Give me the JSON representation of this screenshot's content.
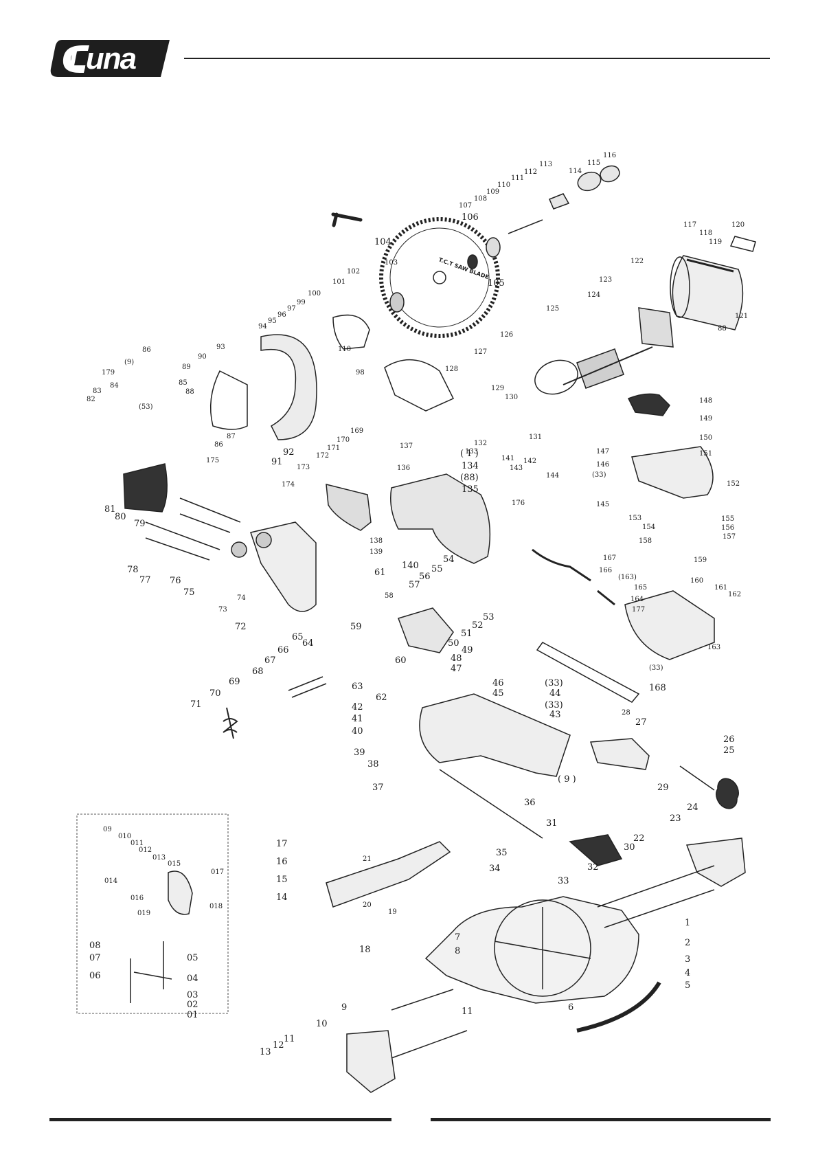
{
  "brand": {
    "logo_text": "Luna"
  },
  "diagram": {
    "blade_text": "T.C.T SAW BLADE",
    "callouts": [
      {
        "id": "c116",
        "text": "116"
      },
      {
        "id": "c115",
        "text": "115"
      },
      {
        "id": "c114",
        "text": "114"
      },
      {
        "id": "c113",
        "text": "113"
      },
      {
        "id": "c112",
        "text": "112"
      },
      {
        "id": "c111",
        "text": "111"
      },
      {
        "id": "c110a",
        "text": "110"
      },
      {
        "id": "c109",
        "text": "109"
      },
      {
        "id": "c108",
        "text": "108"
      },
      {
        "id": "c107",
        "text": "107"
      },
      {
        "id": "c106",
        "text": "106"
      },
      {
        "id": "c105",
        "text": "105"
      },
      {
        "id": "c104",
        "text": "104"
      },
      {
        "id": "c103",
        "text": "103"
      },
      {
        "id": "c102",
        "text": "102"
      },
      {
        "id": "c101",
        "text": "101"
      },
      {
        "id": "c100",
        "text": "100"
      },
      {
        "id": "c99",
        "text": "99"
      },
      {
        "id": "c97",
        "text": "97"
      },
      {
        "id": "c96",
        "text": "96"
      },
      {
        "id": "c95",
        "text": "95"
      },
      {
        "id": "c94",
        "text": "94"
      },
      {
        "id": "c93",
        "text": "93"
      },
      {
        "id": "c110b",
        "text": "110"
      },
      {
        "id": "c98",
        "text": "98"
      },
      {
        "id": "c117",
        "text": "117"
      },
      {
        "id": "c118",
        "text": "118"
      },
      {
        "id": "c119",
        "text": "119"
      },
      {
        "id": "c120",
        "text": "120"
      },
      {
        "id": "c122",
        "text": "122"
      },
      {
        "id": "c123",
        "text": "123"
      },
      {
        "id": "c124",
        "text": "124"
      },
      {
        "id": "c125",
        "text": "125"
      },
      {
        "id": "c121",
        "text": "121"
      },
      {
        "id": "c88a",
        "text": "88"
      },
      {
        "id": "c126",
        "text": "126"
      },
      {
        "id": "c127",
        "text": "127"
      },
      {
        "id": "c128",
        "text": "128"
      },
      {
        "id": "c129",
        "text": "129"
      },
      {
        "id": "c130",
        "text": "130"
      },
      {
        "id": "c131",
        "text": "131"
      },
      {
        "id": "c132",
        "text": "132"
      },
      {
        "id": "c133",
        "text": "133"
      },
      {
        "id": "c148",
        "text": "148"
      },
      {
        "id": "c149",
        "text": "149"
      },
      {
        "id": "c150",
        "text": "150"
      },
      {
        "id": "c151",
        "text": "151"
      },
      {
        "id": "c152",
        "text": "152"
      },
      {
        "id": "c147",
        "text": "147"
      },
      {
        "id": "c146",
        "text": "146"
      },
      {
        "id": "c33a",
        "text": "(33)"
      },
      {
        "id": "c145",
        "text": "145"
      },
      {
        "id": "c141",
        "text": "141"
      },
      {
        "id": "c142",
        "text": "142"
      },
      {
        "id": "c143",
        "text": "143"
      },
      {
        "id": "c144",
        "text": "144"
      },
      {
        "id": "c86a",
        "text": "86"
      },
      {
        "id": "c9a",
        "text": "(9)"
      },
      {
        "id": "c179",
        "text": "179"
      },
      {
        "id": "c85",
        "text": "85"
      },
      {
        "id": "c84",
        "text": "84"
      },
      {
        "id": "c83",
        "text": "83"
      },
      {
        "id": "c82",
        "text": "82"
      },
      {
        "id": "c90",
        "text": "90"
      },
      {
        "id": "c89",
        "text": "89"
      },
      {
        "id": "c88b",
        "text": "88"
      },
      {
        "id": "c53a",
        "text": "(53)"
      },
      {
        "id": "c87",
        "text": "87"
      },
      {
        "id": "c86b",
        "text": "86"
      },
      {
        "id": "c92",
        "text": "92"
      },
      {
        "id": "c91",
        "text": "91"
      },
      {
        "id": "c169",
        "text": "169"
      },
      {
        "id": "c170",
        "text": "170"
      },
      {
        "id": "c171",
        "text": "171"
      },
      {
        "id": "c172",
        "text": "172"
      },
      {
        "id": "c137",
        "text": "137"
      },
      {
        "id": "c1a",
        "text": "( 1 )"
      },
      {
        "id": "c134",
        "text": "134"
      },
      {
        "id": "c88c",
        "text": "(88)"
      },
      {
        "id": "c135",
        "text": "135"
      },
      {
        "id": "c136",
        "text": "136"
      },
      {
        "id": "c175",
        "text": "175"
      },
      {
        "id": "c173",
        "text": "173"
      },
      {
        "id": "c174",
        "text": "174"
      },
      {
        "id": "c176",
        "text": "176"
      },
      {
        "id": "c81",
        "text": "81"
      },
      {
        "id": "c80",
        "text": "80"
      },
      {
        "id": "c79",
        "text": "79"
      },
      {
        "id": "c138",
        "text": "138"
      },
      {
        "id": "c139",
        "text": "139"
      },
      {
        "id": "c140",
        "text": "140"
      },
      {
        "id": "c54",
        "text": "54"
      },
      {
        "id": "c55",
        "text": "55"
      },
      {
        "id": "c56",
        "text": "56"
      },
      {
        "id": "c57",
        "text": "57"
      },
      {
        "id": "c61",
        "text": "61"
      },
      {
        "id": "c78",
        "text": "78"
      },
      {
        "id": "c77",
        "text": "77"
      },
      {
        "id": "c76",
        "text": "76"
      },
      {
        "id": "c75",
        "text": "75"
      },
      {
        "id": "c74",
        "text": "74"
      },
      {
        "id": "c73",
        "text": "73"
      },
      {
        "id": "c72",
        "text": "72"
      },
      {
        "id": "c58",
        "text": "58"
      },
      {
        "id": "c59",
        "text": "59"
      },
      {
        "id": "c65",
        "text": "65"
      },
      {
        "id": "c64",
        "text": "64"
      },
      {
        "id": "c53b",
        "text": "53"
      },
      {
        "id": "c52",
        "text": "52"
      },
      {
        "id": "c51",
        "text": "51"
      },
      {
        "id": "c50",
        "text": "50"
      },
      {
        "id": "c49",
        "text": "49"
      },
      {
        "id": "c48",
        "text": "48"
      },
      {
        "id": "c47",
        "text": "47"
      },
      {
        "id": "c60",
        "text": "60"
      },
      {
        "id": "c66",
        "text": "66"
      },
      {
        "id": "c67",
        "text": "67"
      },
      {
        "id": "c68",
        "text": "68"
      },
      {
        "id": "c63",
        "text": "63"
      },
      {
        "id": "c62",
        "text": "62"
      },
      {
        "id": "c69",
        "text": "69"
      },
      {
        "id": "c70",
        "text": "70"
      },
      {
        "id": "c71",
        "text": "71"
      },
      {
        "id": "c153",
        "text": "153"
      },
      {
        "id": "c154",
        "text": "154"
      },
      {
        "id": "c158",
        "text": "158"
      },
      {
        "id": "c155",
        "text": "155"
      },
      {
        "id": "c156",
        "text": "156"
      },
      {
        "id": "c157",
        "text": "157"
      },
      {
        "id": "c167",
        "text": "167"
      },
      {
        "id": "c166",
        "text": "166"
      },
      {
        "id": "c159",
        "text": "159"
      },
      {
        "id": "c163a",
        "text": "(163)"
      },
      {
        "id": "c165",
        "text": "165"
      },
      {
        "id": "c160",
        "text": "160"
      },
      {
        "id": "c161",
        "text": "161"
      },
      {
        "id": "c162",
        "text": "162"
      },
      {
        "id": "c164",
        "text": "164"
      },
      {
        "id": "c177",
        "text": "177"
      },
      {
        "id": "c163b",
        "text": "163"
      },
      {
        "id": "c33b",
        "text": "(33)"
      },
      {
        "id": "c168",
        "text": "168"
      },
      {
        "id": "c46",
        "text": "46"
      },
      {
        "id": "c45",
        "text": "45"
      },
      {
        "id": "c33c",
        "text": "(33)"
      },
      {
        "id": "c44",
        "text": "44"
      },
      {
        "id": "c33d",
        "text": "(33)"
      },
      {
        "id": "c43",
        "text": "43"
      },
      {
        "id": "c42",
        "text": "42"
      },
      {
        "id": "c41",
        "text": "41"
      },
      {
        "id": "c40",
        "text": "40"
      },
      {
        "id": "c39",
        "text": "39"
      },
      {
        "id": "c38",
        "text": "38"
      },
      {
        "id": "c28",
        "text": "28"
      },
      {
        "id": "c27",
        "text": "27"
      },
      {
        "id": "c26",
        "text": "26"
      },
      {
        "id": "c25",
        "text": "25"
      },
      {
        "id": "c9b",
        "text": "( 9 )"
      },
      {
        "id": "c29",
        "text": "29"
      },
      {
        "id": "c37",
        "text": "37"
      },
      {
        "id": "c36",
        "text": "36"
      },
      {
        "id": "c31",
        "text": "31"
      },
      {
        "id": "c24",
        "text": "24"
      },
      {
        "id": "c23",
        "text": "23"
      },
      {
        "id": "c22",
        "text": "22"
      },
      {
        "id": "c30",
        "text": "30"
      },
      {
        "id": "c35",
        "text": "35"
      },
      {
        "id": "c32",
        "text": "32"
      },
      {
        "id": "c34",
        "text": "34"
      },
      {
        "id": "c33e",
        "text": "33"
      },
      {
        "id": "c17",
        "text": "17"
      },
      {
        "id": "c16",
        "text": "16"
      },
      {
        "id": "c15",
        "text": "15"
      },
      {
        "id": "c14",
        "text": "14"
      },
      {
        "id": "c21",
        "text": "21"
      },
      {
        "id": "c20",
        "text": "20"
      },
      {
        "id": "c19",
        "text": "19"
      },
      {
        "id": "c1b",
        "text": "1"
      },
      {
        "id": "c2",
        "text": "2"
      },
      {
        "id": "c3",
        "text": "3"
      },
      {
        "id": "c4",
        "text": "4"
      },
      {
        "id": "c5",
        "text": "5"
      },
      {
        "id": "c6",
        "text": "6"
      },
      {
        "id": "c7",
        "text": "7"
      },
      {
        "id": "c8",
        "text": "8"
      },
      {
        "id": "c18",
        "text": "18"
      },
      {
        "id": "c9c",
        "text": "9"
      },
      {
        "id": "c10",
        "text": "10"
      },
      {
        "id": "c11a",
        "text": "11"
      },
      {
        "id": "c11b",
        "text": "11"
      },
      {
        "id": "c12",
        "text": "12"
      },
      {
        "id": "c13",
        "text": "13"
      },
      {
        "id": "c09",
        "text": "09"
      },
      {
        "id": "c010",
        "text": "010"
      },
      {
        "id": "c011",
        "text": "011"
      },
      {
        "id": "c012",
        "text": "012"
      },
      {
        "id": "c013",
        "text": "013"
      },
      {
        "id": "c015",
        "text": "015"
      },
      {
        "id": "c014",
        "text": "014"
      },
      {
        "id": "c017",
        "text": "017"
      },
      {
        "id": "c016",
        "text": "016"
      },
      {
        "id": "c019",
        "text": "019"
      },
      {
        "id": "c018",
        "text": "018"
      },
      {
        "id": "c08",
        "text": "08"
      },
      {
        "id": "c07",
        "text": "07"
      },
      {
        "id": "c06",
        "text": "06"
      },
      {
        "id": "c05",
        "text": "05"
      },
      {
        "id": "c04",
        "text": "04"
      },
      {
        "id": "c03",
        "text": "03"
      },
      {
        "id": "c02",
        "text": "02"
      },
      {
        "id": "c01",
        "text": "01"
      }
    ]
  }
}
